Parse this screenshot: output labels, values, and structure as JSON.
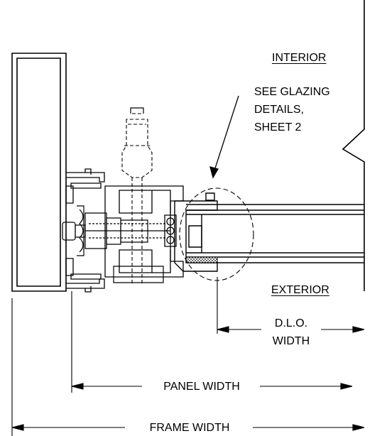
{
  "labels": {
    "interior": "INTERIOR",
    "glazing_note_line1": "SEE GLAZING",
    "glazing_note_line2": "DETAILS,",
    "glazing_note_line3": "SHEET 2",
    "exterior": "EXTERIOR",
    "dlo_line1": "D.L.O.",
    "dlo_line2": "WIDTH",
    "panel_width": "PANEL WIDTH",
    "frame_width": "FRAME WIDTH"
  },
  "colors": {
    "line": "#000000",
    "background": "#ffffff",
    "hatch": "#000000"
  }
}
